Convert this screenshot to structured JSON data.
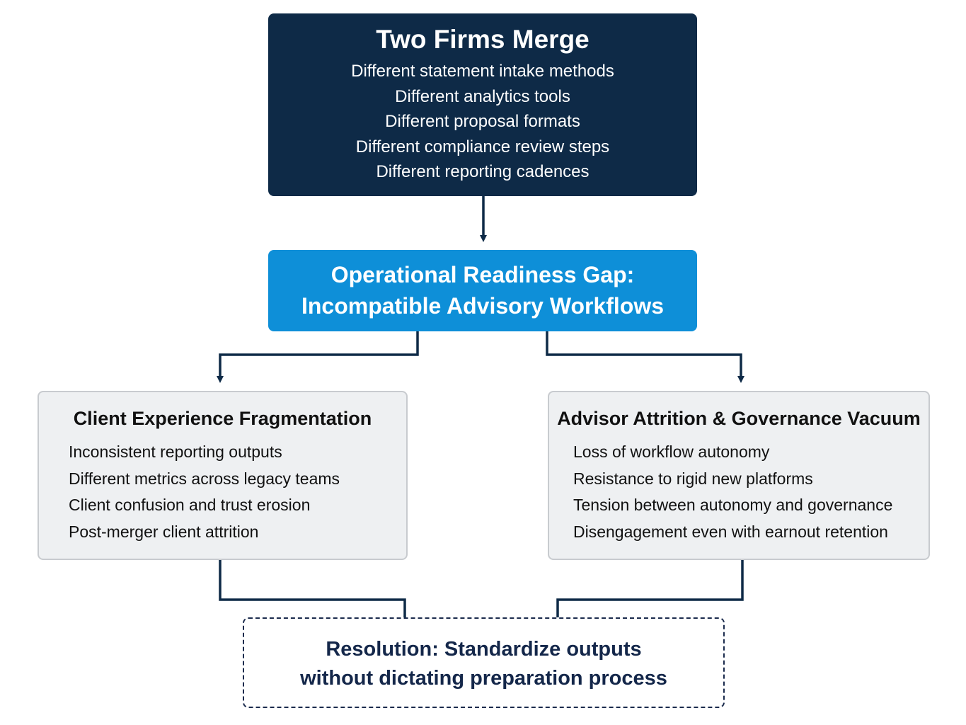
{
  "top_box": {
    "title": "Two Firms Merge",
    "lines": [
      "Different statement intake methods",
      "Different analytics tools",
      "Different proposal formats",
      "Different compliance review steps",
      "Different reporting cadences"
    ]
  },
  "middle_box": {
    "title_line1": "Operational Readiness Gap:",
    "title_line2": "Incompatible Advisory Workflows"
  },
  "left_box": {
    "title": "Client Experience Fragmentation",
    "lines": [
      "Inconsistent reporting outputs",
      "Different metrics across legacy teams",
      "Client confusion and trust erosion",
      "Post-merger client attrition"
    ]
  },
  "right_box": {
    "title": "Advisor Attrition & Governance Vacuum",
    "lines": [
      "Loss of workflow autonomy",
      "Resistance to rigid new platforms",
      "Tension between autonomy and governance",
      "Disengagement even with earnout retention"
    ]
  },
  "bottom_box": {
    "title_line1": "Resolution: Standardize outputs",
    "title_line2": "without dictating preparation process"
  },
  "colors": {
    "top_box_bg": "#0e2a47",
    "middle_box_bg": "#0e8fd8",
    "side_box_bg": "#eef0f2",
    "connector": "#0e2a47"
  }
}
